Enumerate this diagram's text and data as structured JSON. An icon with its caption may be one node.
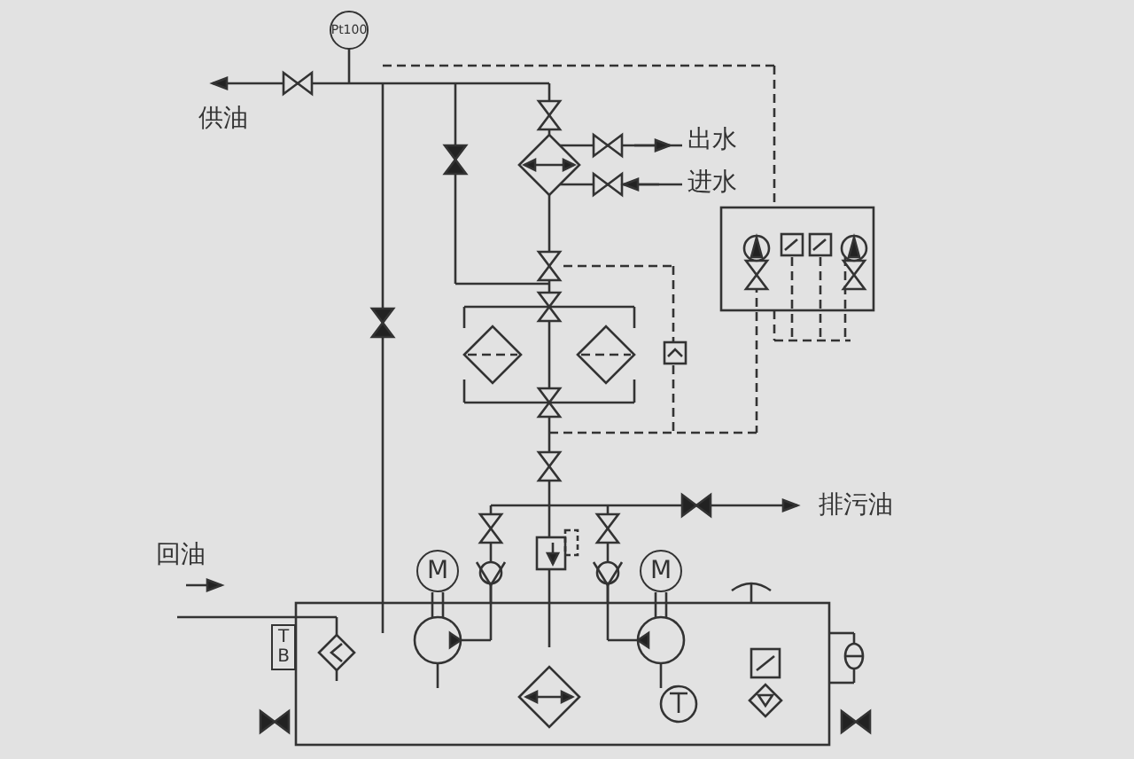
{
  "diagram": {
    "nodes": [
      {
        "text": [
          "Pt100"
        ]
      },
      {
        "text": [
          "M"
        ]
      },
      {
        "text": [
          "M"
        ]
      },
      {
        "text": [
          "T B"
        ]
      }
    ],
    "labels": [
      "供油",
      "出水",
      "进水",
      "排污油",
      "回油"
    ]
  }
}
